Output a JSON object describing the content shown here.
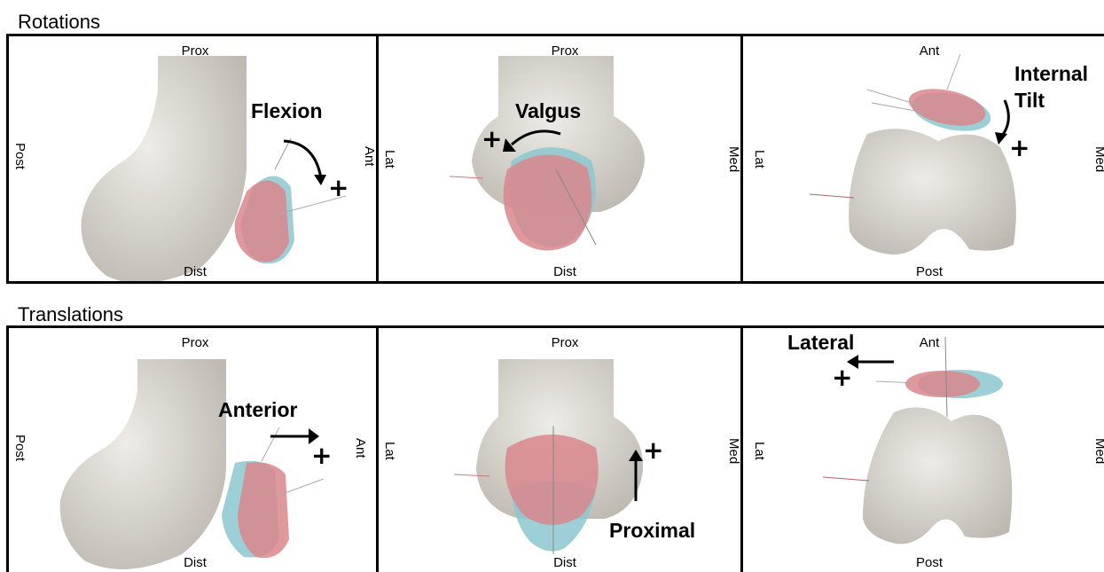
{
  "sections": {
    "rotations": "Rotations",
    "translations": "Translations"
  },
  "panels": {
    "rot_sagittal": {
      "top": "Prox",
      "bottom": "Dist",
      "left": "Post",
      "right": "Ant",
      "motion": "Flexion",
      "sign": "+"
    },
    "rot_coronal": {
      "top": "Prox",
      "bottom": "Dist",
      "left": "Lat",
      "right": "Med",
      "motion": "Valgus",
      "sign": "+"
    },
    "rot_axial": {
      "top": "Ant",
      "bottom": "Post",
      "left": "Lat",
      "right": "Med",
      "motion_line1": "Internal",
      "motion_line2": "Tilt",
      "sign": "+"
    },
    "tr_sagittal": {
      "top": "Prox",
      "bottom": "Dist",
      "left": "Post",
      "right": "Ant",
      "motion": "Anterior",
      "sign": "+"
    },
    "tr_coronal": {
      "top": "Prox",
      "bottom": "Dist",
      "left": "Lat",
      "right": "Med",
      "motion": "Proximal",
      "sign": "+"
    },
    "tr_axial": {
      "top": "Ant",
      "bottom": "Post",
      "left": "Lat",
      "right": "Med",
      "motion": "Lateral",
      "sign": "+"
    }
  },
  "colors": {
    "bone": "#d9d6cf",
    "patella_pink": "#d9878c",
    "patella_blue": "#8cc7cf"
  }
}
